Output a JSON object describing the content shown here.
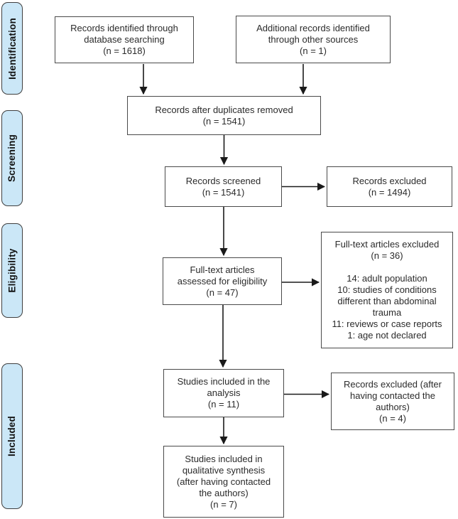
{
  "diagram": {
    "type": "prisma-flow",
    "stages": [
      {
        "label": "Identification"
      },
      {
        "label": "Screening"
      },
      {
        "label": "Eligibility"
      },
      {
        "label": "Included"
      }
    ],
    "boxes": {
      "db_search": {
        "text": "Records identified through\ndatabase searching\n(n = 1618)"
      },
      "other_sources": {
        "text": "Additional records identified\nthrough other sources\n(n = 1)"
      },
      "dedup": {
        "text": "Records after duplicates removed\n(n = 1541)"
      },
      "screened": {
        "text": "Records screened\n(n = 1541)"
      },
      "excluded_screen": {
        "text": "Records excluded\n(n = 1494)"
      },
      "fulltext": {
        "text": "Full-text articles\nassessed for eligibility\n(n = 47)"
      },
      "fulltext_excluded": {
        "text": "Full-text articles excluded\n(n = 36)\n\n14: adult population\n10: studies of conditions\ndifferent than abdominal\ntrauma\n11: reviews or case reports\n1: age not declared"
      },
      "included_analysis": {
        "text": "Studies included in the\nanalysis\n(n = 11)"
      },
      "excluded_authors": {
        "text": "Records excluded (after\nhaving contacted the\nauthors)\n(n = 4)"
      },
      "qualitative": {
        "text": "Studies included in\nqualitative synthesis\n(after having contacted\nthe authors)\n(n = 7)"
      }
    },
    "counts": {
      "identified_database": 1618,
      "identified_other": 1,
      "after_duplicates": 1541,
      "screened": 1541,
      "excluded_screening": 1494,
      "fulltext_assessed": 47,
      "fulltext_excluded": 36,
      "excluded_adult_population": 14,
      "excluded_other_conditions": 10,
      "excluded_reviews_case_reports": 11,
      "excluded_age_not_declared": 1,
      "included_analysis": 11,
      "excluded_after_contact": 4,
      "qualitative_synthesis": 7
    },
    "colors": {
      "stage_fill": "#cbe7f7",
      "stage_border": "#3f3f3f",
      "box_border": "#4a4a4a",
      "box_background": "#ffffff",
      "text": "#2b2b2b",
      "arrow": "#1a1a1a"
    }
  }
}
